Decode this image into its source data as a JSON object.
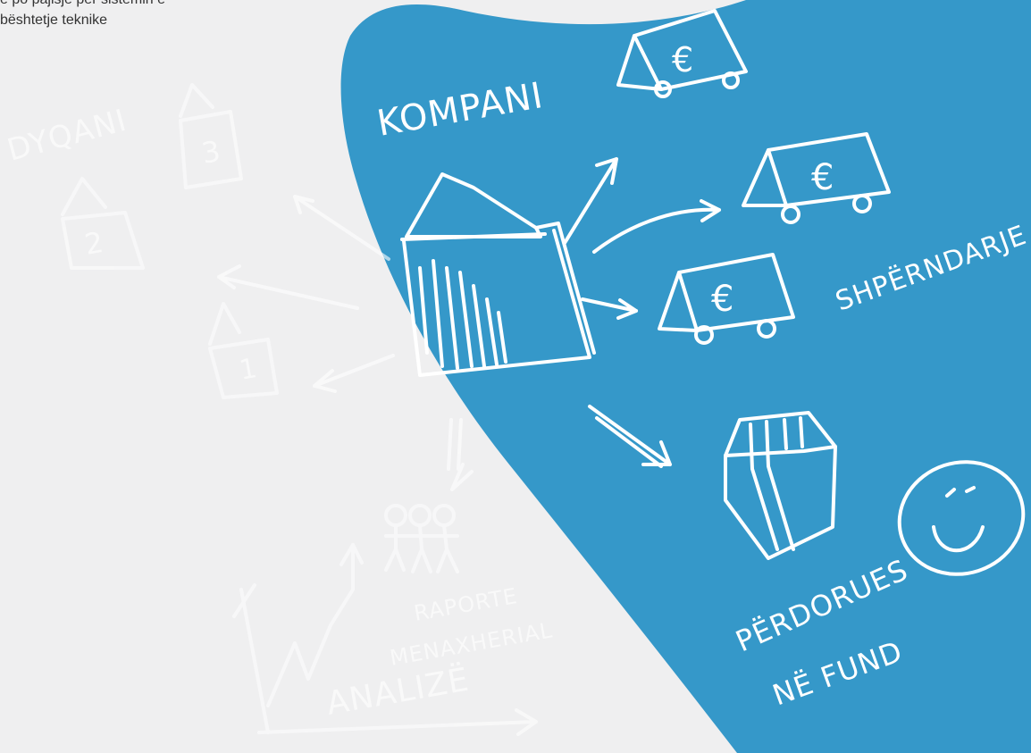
{
  "intro": {
    "line1": "ë po pajisje për sistemin e",
    "line2": "bështetje teknike"
  },
  "labels": {
    "kompani": "KOMPANI",
    "dyqani": "DYQANI",
    "shperndarje": "SHPËRNDARJE",
    "perdorues": "PËRDORUES",
    "ne_fund": "NË FUND",
    "raporte": "RAPORTE",
    "menaxherial": "MENAXHERIAL",
    "analize": "ANALIZË"
  },
  "stores": [
    "1",
    "2",
    "3"
  ],
  "truck_symbol": "€",
  "icons": [
    "house-icon",
    "truck-icon",
    "package-icon",
    "smiley-icon",
    "people-icon",
    "chart-icon"
  ],
  "colors": {
    "background": "#efeff0",
    "blue": "#3598c9",
    "sketch_white": "#ffffff",
    "intro_text": "#333333"
  }
}
